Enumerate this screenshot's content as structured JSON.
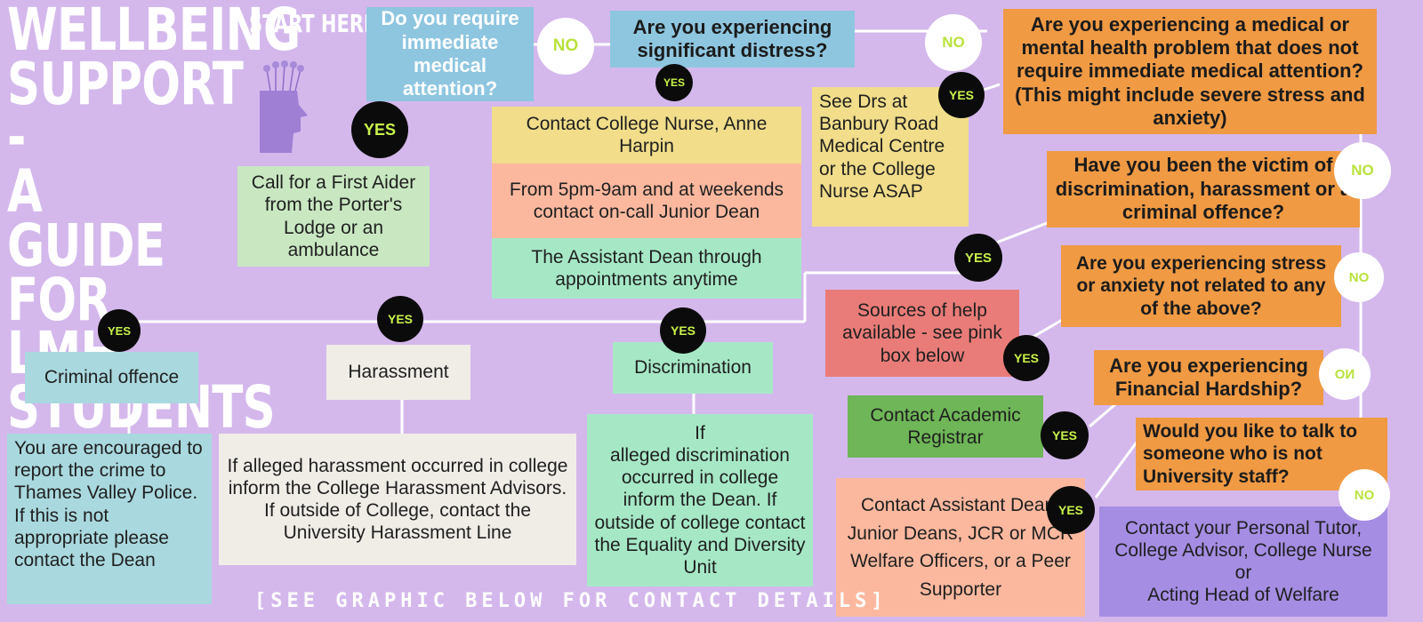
{
  "title": "WELLBEING\nSUPPORT -\nA GUIDE\nFOR LMH\nSTUDENTS",
  "start_label": "START HERE:",
  "footer": "[SEE GRAPHIC BELOW FOR CONTACT DETAILS]",
  "labels": {
    "yes": "YES",
    "no": "NO",
    "no_mirrored": "NO"
  },
  "questions": {
    "q1": "Do you require immediate medical attention?",
    "q2": "Are you experiencing significant distress?",
    "q3": "Are you experiencing a medical or mental health problem that does not require immediate medical attention? (This might include severe stress and anxiety)",
    "q4": "Have you been the victim of discrimination, harassment or a criminal offence?",
    "q5": "Are you experiencing stress or anxiety not related to any of the above?",
    "q6": "Are you experiencing Financial Hardship?",
    "q7": "Would you like to talk to someone who is not University staff?"
  },
  "answers": {
    "first_aider": "Call for a First Aider from the Porter's Lodge or an ambulance",
    "college_nurse": "Contact College Nurse, Anne Harpin",
    "junior_dean": "From 5pm-9am and at weekends contact on-call Junior Dean",
    "assistant_dean": "The Assistant Dean through appointments anytime",
    "banbury": "See Drs at Banbury Road Medical Centre or the College Nurse ASAP",
    "sources": "Sources of help available - see pink box below",
    "academic_registrar": "Contact Academic Registrar",
    "welfare_officers": "Contact Assistant Dean, Junior Deans, JCR or MCR Welfare Officers, or a Peer Supporter",
    "personal_tutor": "Contact your Personal Tutor, College Advisor, College Nurse or\nActing Head of Welfare"
  },
  "categories": {
    "criminal": "Criminal offence",
    "harassment": "Harassment",
    "discrimination": "Discrimination"
  },
  "details": {
    "criminal": "You are encouraged to report the crime to Thames Valley Police.\n If this is not appropriate please contact the Dean",
    "harassment": "If alleged harassment occurred in college inform the College Harassment Advisors. If outside of College, contact the University Harassment Line",
    "discrimination": "If\nalleged discrimination occurred in college inform the Dean. If outside of college contact the Equality and Diversity Unit"
  }
}
